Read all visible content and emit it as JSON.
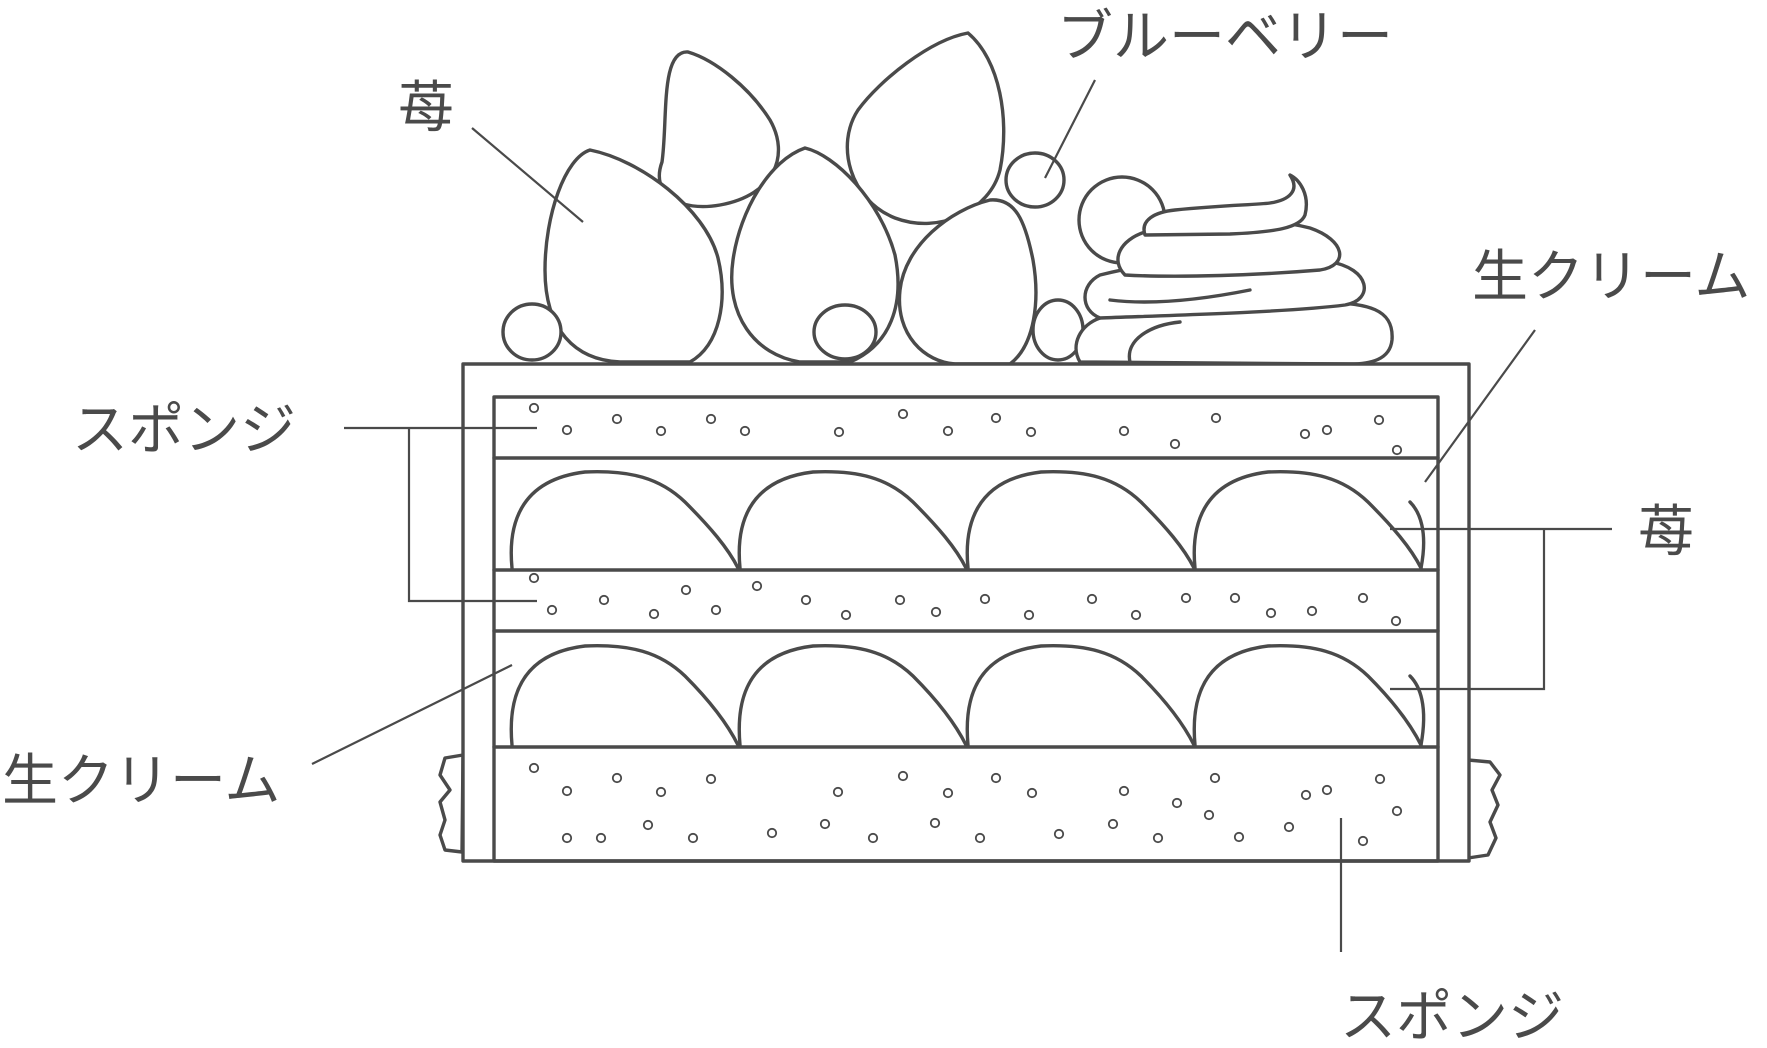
{
  "labels": {
    "strawberry_top": "苺",
    "blueberry": "ブルーベリー",
    "cream_top": "生クリーム",
    "sponge_left": "スポンジ",
    "strawberry_right": "苺",
    "cream_left": "生クリーム",
    "sponge_bottom": "スポンジ"
  },
  "colors": {
    "line": "#4a4a4a",
    "background": "#ffffff"
  }
}
